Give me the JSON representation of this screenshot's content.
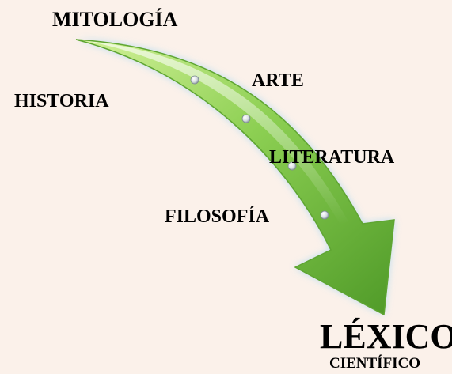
{
  "nodes": {
    "mitologia": "MITOLOGÍA",
    "historia": "HISTORIA",
    "arte": "ARTE",
    "literatura": "LITERATURA",
    "filosofia": "FILOSOFÍA"
  },
  "target": {
    "title": "LÉXICO",
    "subtitle": "CIENTÍFICO"
  },
  "colors": {
    "background": "#fbf1ea",
    "arrow_light": "#b6e37a",
    "arrow_mid": "#7cc04a",
    "arrow_dark": "#3f8a1f",
    "glow": "#a9d8f2",
    "text": "#000000"
  }
}
